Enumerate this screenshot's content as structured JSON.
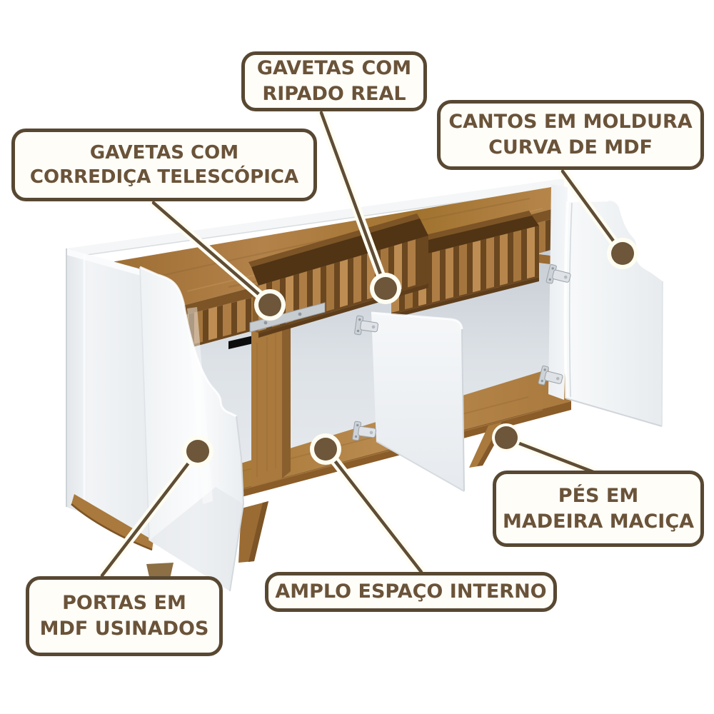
{
  "illustration": {
    "subject": "sideboard-buffet-exploded-feature-view",
    "theme": {
      "label_border": "#584832",
      "label_text": "#6a5339",
      "label_background": "#fffdf8",
      "callout_line": "#5f4d36",
      "callout_line_outline": "#fffdf2",
      "callout_dot": "#6d5639",
      "wood": "#a1732f",
      "panel_white": "#f2f4f6"
    }
  },
  "callouts": [
    {
      "id": "gavetas-ripado",
      "lines": [
        "GAVETAS COM",
        "RIPADO REAL"
      ]
    },
    {
      "id": "cantos-moldura",
      "lines": [
        "CANTOS EM MOLDURA",
        "CURVA DE MDF"
      ]
    },
    {
      "id": "gavetas-corredica",
      "lines": [
        "GAVETAS COM",
        "CORREDIÇA TELESCÓPICA"
      ]
    },
    {
      "id": "pes-madeira",
      "lines": [
        "PÉS EM",
        "MADEIRA MACIÇA"
      ]
    },
    {
      "id": "amplo-espaco",
      "lines": [
        "AMPLO ESPAÇO INTERNO"
      ]
    },
    {
      "id": "portas-mdf",
      "lines": [
        "PORTAS EM",
        "MDF USINADOS"
      ]
    }
  ]
}
